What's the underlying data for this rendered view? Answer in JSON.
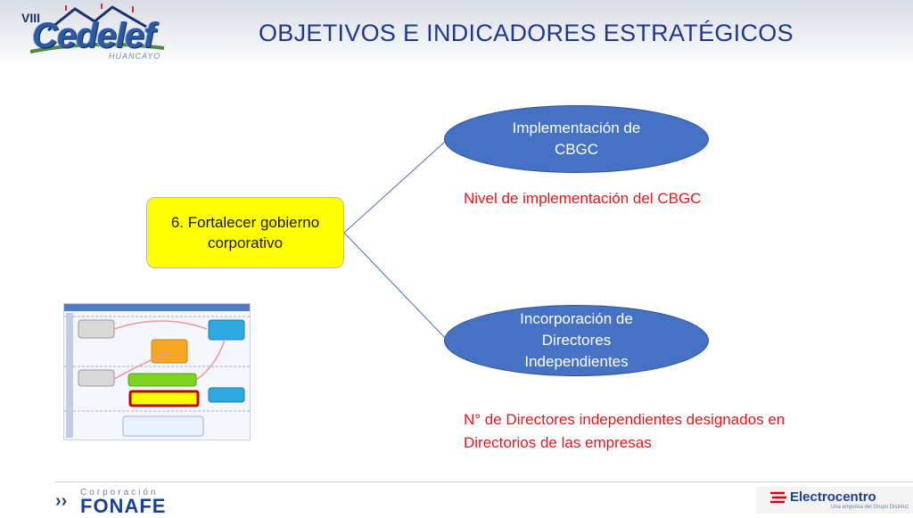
{
  "header": {
    "logo_prefix": "VIII",
    "logo_name": "Cedelef",
    "logo_city": "HUANCAYO",
    "title": "OBJETIVOS E INDICADORES ESTRATÉGICOS"
  },
  "objective": {
    "label": "6. Fortalecer gobierno corporativo",
    "color": "#ffff00"
  },
  "initiatives": [
    {
      "label": "Implementación de CBGC",
      "indicator": "Nivel de implementación del CBGC"
    },
    {
      "label": "Incorporación de Directores Independientes",
      "indicator": "N° de Directores independientes designados en Directorios de las empresas"
    }
  ],
  "colors": {
    "title": "#1f3a8a",
    "ellipse": "#4672c4",
    "indicator": "#e8161b"
  },
  "footer": {
    "fonafe_corp": "Corporación",
    "fonafe_name": "FONAFE",
    "electro_name": "Electrocentro",
    "electro_tagline": "Una empresa del Grupo Distriluz"
  }
}
